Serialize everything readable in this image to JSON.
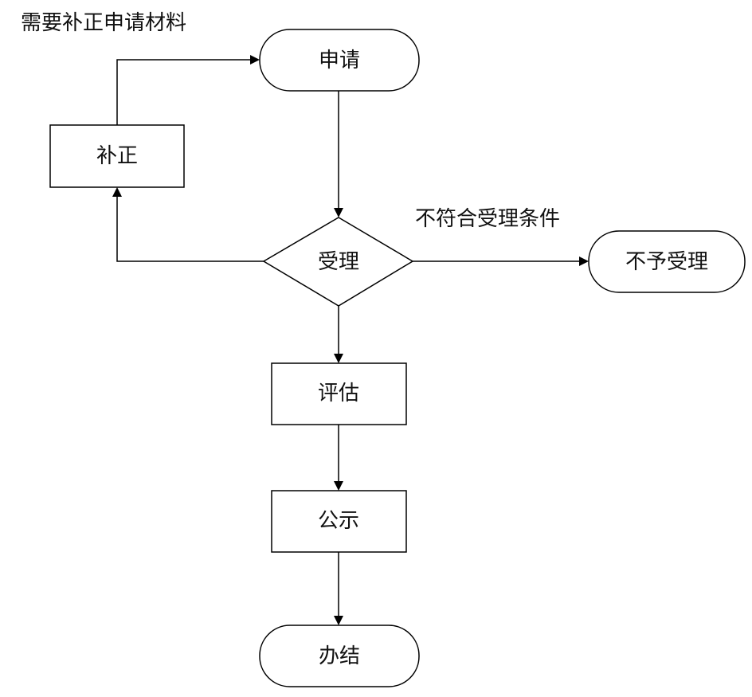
{
  "nodes": {
    "apply": "申请",
    "accept": "受理",
    "correct": "补正",
    "reject": "不予受理",
    "evaluate": "评估",
    "publicize": "公示",
    "complete": "办结"
  },
  "edge_labels": {
    "need_correction": "需要补正申请材料",
    "not_eligible": "不符合受理条件"
  },
  "colors": {
    "stroke": "#000000",
    "fill": "#ffffff",
    "text": "#111111"
  }
}
